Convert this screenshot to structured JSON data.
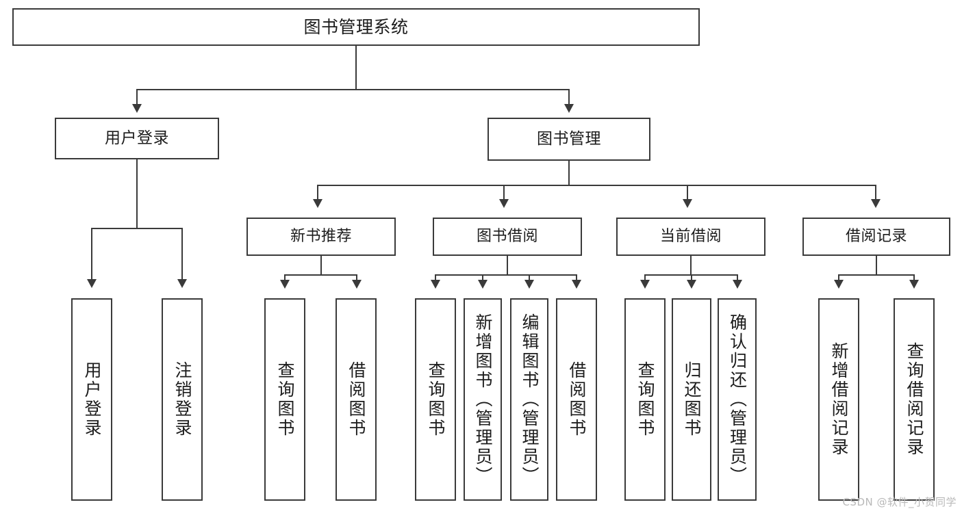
{
  "diagram": {
    "title": "图书管理系统",
    "type": "org-chart",
    "watermark": "CSDN @软件_小贺同学",
    "colors": {
      "box_border": "#3a3a3a",
      "box_fill": "#ffffff",
      "connector": "#3a3a3a",
      "text": "#1c1c1c",
      "watermark": "#b9b9b9",
      "background": "#ffffff"
    }
  },
  "nodes": {
    "root": {
      "label": "图书管理系统"
    },
    "login": {
      "label": "用户登录"
    },
    "book_manage": {
      "label": "图书管理"
    },
    "recommend": {
      "label": "新书推荐"
    },
    "borrow": {
      "label": "图书借阅"
    },
    "current": {
      "label": "当前借阅"
    },
    "records": {
      "label": "借阅记录"
    },
    "login_1": {
      "label": "用户登录"
    },
    "login_2": {
      "label": "注销登录"
    },
    "rec_1": {
      "label": "查询图书"
    },
    "rec_2": {
      "label": "借阅图书"
    },
    "bor_1": {
      "label": "查询图书"
    },
    "bor_2": {
      "label": "新增图书（管理员）"
    },
    "bor_3": {
      "label": "编辑图书（管理员）"
    },
    "bor_4": {
      "label": "借阅图书"
    },
    "cur_1": {
      "label": "查询图书"
    },
    "cur_2": {
      "label": "归还图书"
    },
    "cur_3": {
      "label": "确认归还（管理员）"
    },
    "rcd_1": {
      "label": "新增借阅记录"
    },
    "rcd_2": {
      "label": "查询借阅记录"
    }
  }
}
